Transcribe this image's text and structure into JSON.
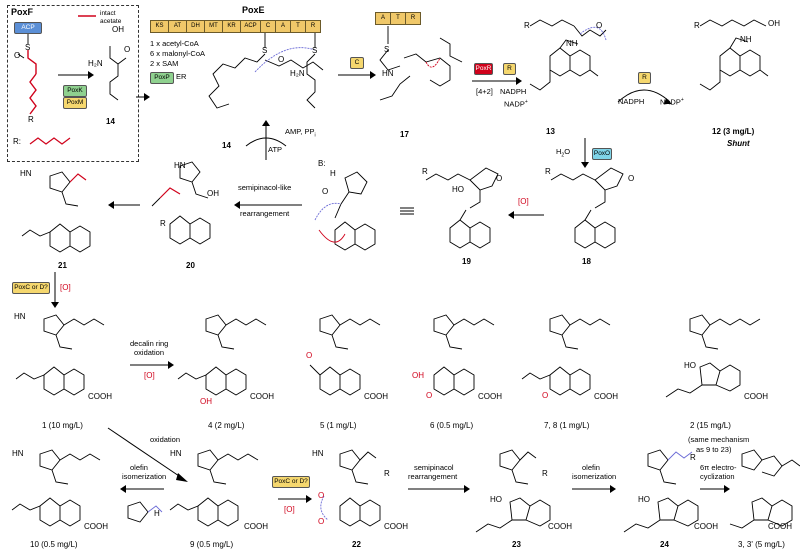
{
  "module": {
    "poxf_title": "PoxF",
    "acp": "ACP",
    "legend_line": "intact",
    "legend_line2": "acetate",
    "r_label": "R:",
    "compound14": "14",
    "poxk": "PoxK",
    "poxm": "PoxM",
    "poxe_title": "PoxE",
    "domains": [
      "KS",
      "AT",
      "DH",
      "MT",
      "KR",
      "ACP",
      "C",
      "A",
      "T",
      "R"
    ],
    "precursors": [
      "1 x acetyl-CoA",
      "6 x malonyl-CoA",
      "2 x SAM"
    ],
    "poxp": "PoxP",
    "er": "ER",
    "amp": "AMP, PP",
    "amp_sub": "i",
    "atp": "ATP",
    "label14b": "14"
  },
  "top": {
    "c_tag": "C",
    "atr": [
      "A",
      "T",
      "R"
    ],
    "c17": "17",
    "poxr_tag": "PoxR",
    "diels": "[4+2]",
    "r_tag1": "R",
    "nadph1": "NADPH",
    "nadp1": "NADP",
    "nadp1_sup": "+",
    "c13": "13",
    "r_tag2": "R",
    "nadph2": "NADPH",
    "nadp2": "NADP",
    "nadp2_sup": "+",
    "c12": "12 (3 mg/L)",
    "shunt": "Shunt"
  },
  "middle": {
    "h2o": "H",
    "h2o_sub": "2",
    "h2o_end": "O",
    "poxo_tag": "PoxO",
    "c21": "21",
    "c20": "20",
    "semipinacol_like1": "semipinacol-like",
    "semipinacol_like2": "rearrangement",
    "base": "B:",
    "c19": "19",
    "ox_o1": "[O]",
    "c18": "18"
  },
  "row3": {
    "tag": "PoxC or D?",
    "ox": "[O]",
    "c1": "1 (10 mg/L)",
    "decalin1": "decalin ring",
    "decalin2": "oxidation",
    "decalin_ox": "[O]",
    "c4": "4 (2 mg/L)",
    "c5": "5 (1 mg/L)",
    "c6": "6 (0.5 mg/L)",
    "c78": "7, 8 (1 mg/L)",
    "c2": "2 (15 mg/L)",
    "note1": "(same mechanism",
    "note2": "as 9 to 23)",
    "oxidation": "oxidation"
  },
  "row4": {
    "c10": "10 (0.5 mg/L)",
    "olefin1a": "olefin",
    "olefin1b": "isomerization",
    "c9": "9 (0.5 mg/L)",
    "tag": "PoxC or D?",
    "ox": "[O]",
    "c22": "22",
    "semi1": "semipinacol",
    "semi2": "rearrangement",
    "c23": "23",
    "olefin2a": "olefin",
    "olefin2b": "isomerization",
    "c24": "24",
    "electro1": "6π electro-",
    "electro2": "cyclization",
    "c3": "3, 3' (5 mg/L)"
  },
  "atoms": {
    "oh": "OH",
    "cooh": "COOH",
    "hn": "HN",
    "nh": "NH",
    "o": "O",
    "r": "R",
    "s": "S",
    "ho": "HO",
    "h2n": "H₂N",
    "h": "H"
  },
  "colors": {
    "yellow_tag": "#f5d76e",
    "green_tag": "#8fd18f",
    "cyan_tag": "#7fd4e8",
    "red_tag": "#d0021b",
    "acp_blue": "#5b8fd6",
    "domain_fill": "#f0c869",
    "acetate_red": "#d0021b"
  }
}
